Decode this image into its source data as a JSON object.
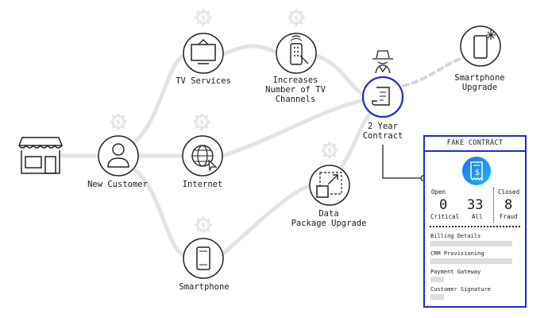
{
  "nodes": {
    "store": {
      "icon": "storefront-icon"
    },
    "new_customer": {
      "label": "New Customer",
      "icon": "person-icon"
    },
    "tv_services": {
      "label": "TV Services",
      "icon": "tv-icon"
    },
    "internet": {
      "label": "Internet",
      "icon": "globe-icon"
    },
    "smartphone": {
      "label": "Smartphone",
      "icon": "smartphone-icon"
    },
    "increases_channels": {
      "label_lines": [
        "Increases",
        "Number of TV",
        "Channels"
      ],
      "icon": "remote-control-icon"
    },
    "data_package": {
      "label_lines": [
        "Data",
        "Package Upgrade"
      ],
      "icon": "resize-icon"
    },
    "two_year_contract": {
      "label_lines": [
        "2 Year",
        "Contract"
      ],
      "icon": "contract-icon"
    },
    "smartphone_upgrade": {
      "label_lines": [
        "Smartphone",
        "Upgrade"
      ],
      "icon": "smartphone-sparkle-icon"
    },
    "fraudster": {
      "icon": "spy-icon"
    },
    "revenue_badge": {
      "icon": "dollar-gear-icon"
    }
  },
  "panel": {
    "title": "FAKE CONTRACT",
    "badge_icon": "receipt-dollar-icon",
    "open_label": "Open",
    "closed_label": "Closed",
    "critical_count": "0",
    "critical_label": "Critical",
    "all_count": "33",
    "all_label": "All",
    "fraud_count": "8",
    "fraud_label": "Fraud",
    "sections": [
      {
        "label": "Billing Details"
      },
      {
        "label": "CRM Provisioning"
      },
      {
        "label": "Payment Gateway"
      },
      {
        "label": "Customer Signature"
      }
    ]
  },
  "colors": {
    "accent": "#1e2bd6",
    "path": "#e3e3e3",
    "dot": "#d6d6d6",
    "icon": "#222222"
  }
}
